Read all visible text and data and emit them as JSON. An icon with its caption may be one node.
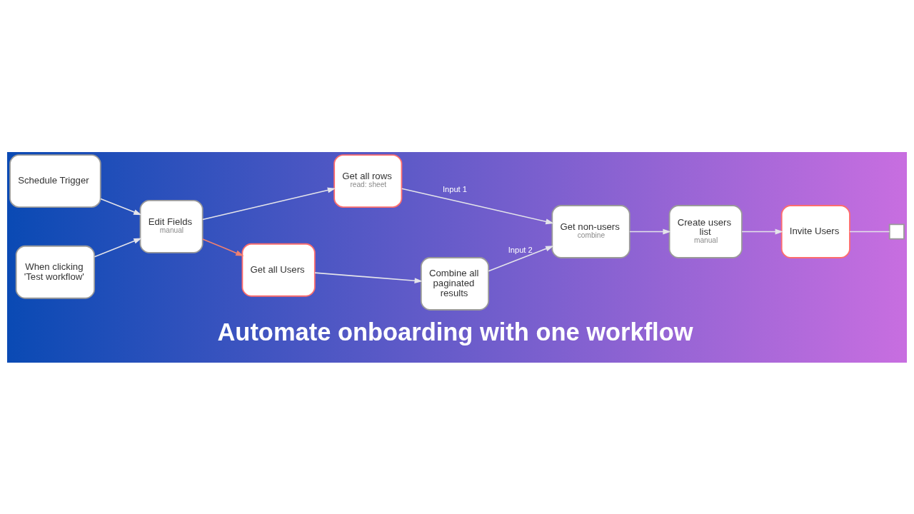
{
  "diagram": {
    "caption": "Automate onboarding with one workflow",
    "nodes": [
      {
        "text": [
          "Schedule Trigger"
        ]
      },
      {
        "text": [
          "When clicking 'Test workflow'"
        ]
      },
      {
        "text": [
          "Edit Fields",
          "manual"
        ]
      },
      {
        "text": [
          "Get all rows",
          "read: sheet"
        ]
      },
      {
        "text": [
          "Get all Users"
        ]
      },
      {
        "text": [
          "Combine all paginated results"
        ]
      },
      {
        "text": [
          "Get non-users",
          "combine"
        ]
      },
      {
        "text": [
          "Create users list",
          "manual"
        ]
      },
      {
        "text": [
          "Invite Users"
        ]
      },
      {
        "text": [],
        "shape": "box"
      }
    ],
    "edges": [
      {
        "from": 0,
        "to": 2,
        "arrow": "to"
      },
      {
        "from": 1,
        "to": 2,
        "arrow": "to"
      },
      {
        "from": 2,
        "to": 3,
        "arrow": "to"
      },
      {
        "from": 2,
        "to": 4,
        "arrow": "to",
        "color": "#f08070"
      },
      {
        "from": 3,
        "to": 6,
        "arrow": "to",
        "label": "Input 1"
      },
      {
        "from": 4,
        "to": 5,
        "arrow": "to"
      },
      {
        "from": 5,
        "to": 6,
        "arrow": "to",
        "label": "Input 2"
      },
      {
        "from": 6,
        "to": 7,
        "arrow": "to"
      },
      {
        "from": 7,
        "to": 8,
        "arrow": "to"
      },
      {
        "from": 8,
        "to": 9,
        "arrow": "none"
      }
    ]
  }
}
